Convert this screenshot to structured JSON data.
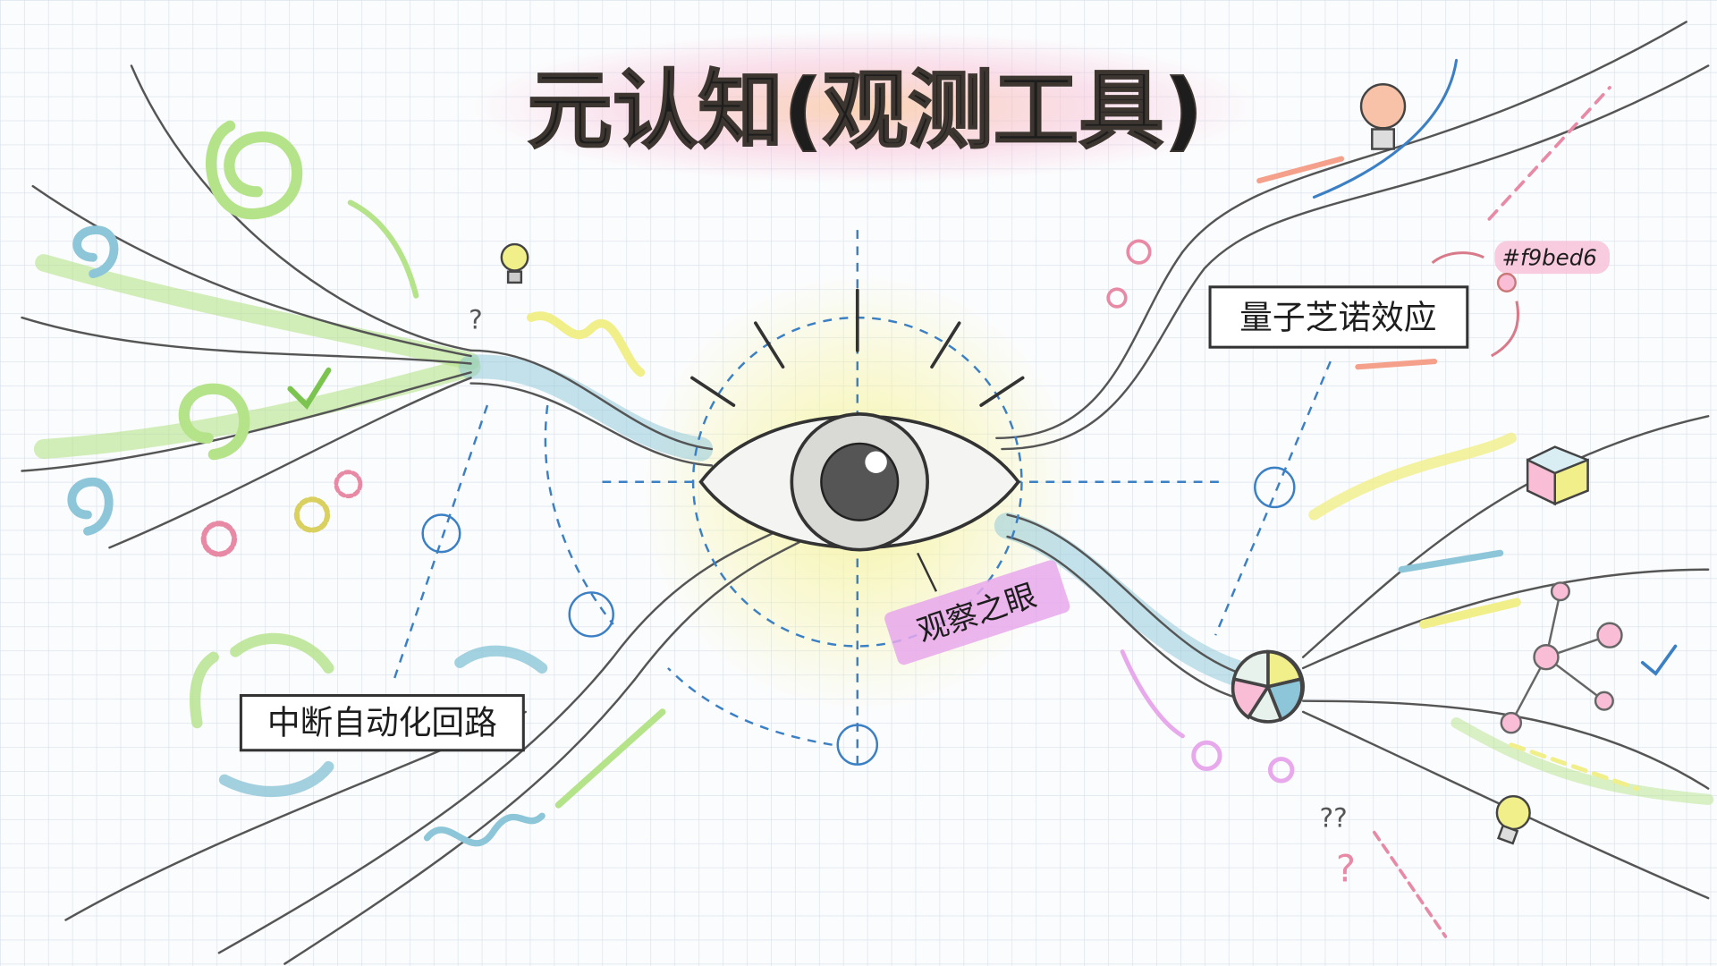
{
  "title": "元认知(观测工具)",
  "center": {
    "label": "观察之眼"
  },
  "left_node": {
    "label": "中断自动化回路"
  },
  "right_node": {
    "label": "量子芝诺效应",
    "color_note": "#f9bed6"
  },
  "colors": {
    "grid": "#d7e0ea",
    "pink": "#f9bed6",
    "green": "#b5e38a",
    "blue": "#8cc6d8",
    "yellow": "#f1ef8a",
    "dash_blue": "#3b7fc4",
    "title_glow": "#f6b48a"
  }
}
